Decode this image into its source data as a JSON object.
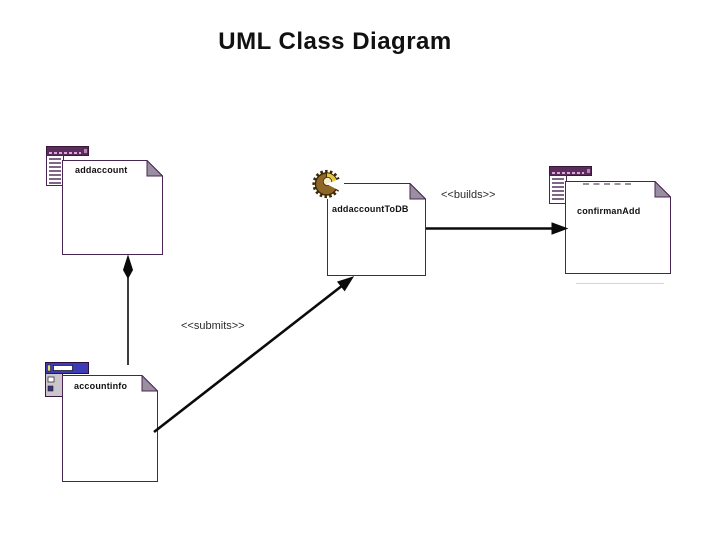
{
  "title": "UML Class Diagram",
  "nodes": [
    {
      "id": "addaccount",
      "label": "addaccount",
      "icon": "client-page-icon"
    },
    {
      "id": "addaccountToDB",
      "label": "addaccountToDB",
      "icon": "server-page-gear-icon"
    },
    {
      "id": "confirmanAdd",
      "label": "confirmanAdd",
      "icon": "client-page-icon"
    },
    {
      "id": "accountinfo",
      "label": "accountinfo",
      "icon": "form-icon"
    }
  ],
  "connectors": [
    {
      "from": "accountinfo",
      "to": "addaccount",
      "label": "<<submits>>",
      "style": "solid",
      "arrowhead": "filled"
    },
    {
      "from": "accountinfo",
      "to": "addaccountToDB",
      "label": "",
      "style": "solid",
      "arrowhead": "filled"
    },
    {
      "from": "addaccountToDB",
      "to": "confirmanAdd",
      "label": "<<builds>>",
      "style": "solid",
      "arrowhead": "filled"
    }
  ],
  "colors": {
    "background": "#ffffff",
    "box_border": "#4a2452",
    "fold_gray": "#9a8fa0",
    "arrow": "#0b0b0b",
    "gear_gold": "#e9c73a",
    "gear_brown": "#8e6626",
    "client_page_bar": "#5c2d5c",
    "form_bar": "#3c3cb4",
    "form_body": "#cbc5cd"
  }
}
